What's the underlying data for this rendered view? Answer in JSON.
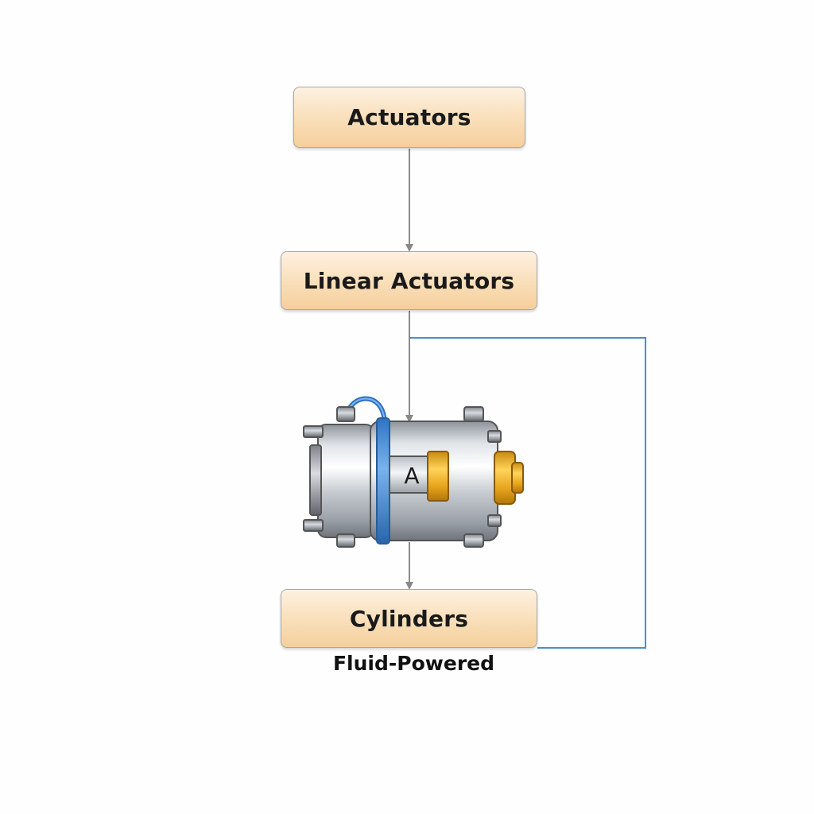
{
  "diagram": {
    "nodes": {
      "actuators": "Actuators",
      "linear_actuators": "Linear Actuators",
      "cylinders": "Cylinders"
    },
    "caption": "Fluid-Powered",
    "illustration": {
      "label": "A",
      "icon": "actuator-cylinder-icon"
    },
    "colors": {
      "node_fill": "#f9deb8",
      "node_border": "#a8a8a8",
      "arrow": "#888888",
      "loop_line": "#4a8ec8",
      "accent_blue": "#4a90d9",
      "accent_gold": "#e0a020"
    }
  }
}
